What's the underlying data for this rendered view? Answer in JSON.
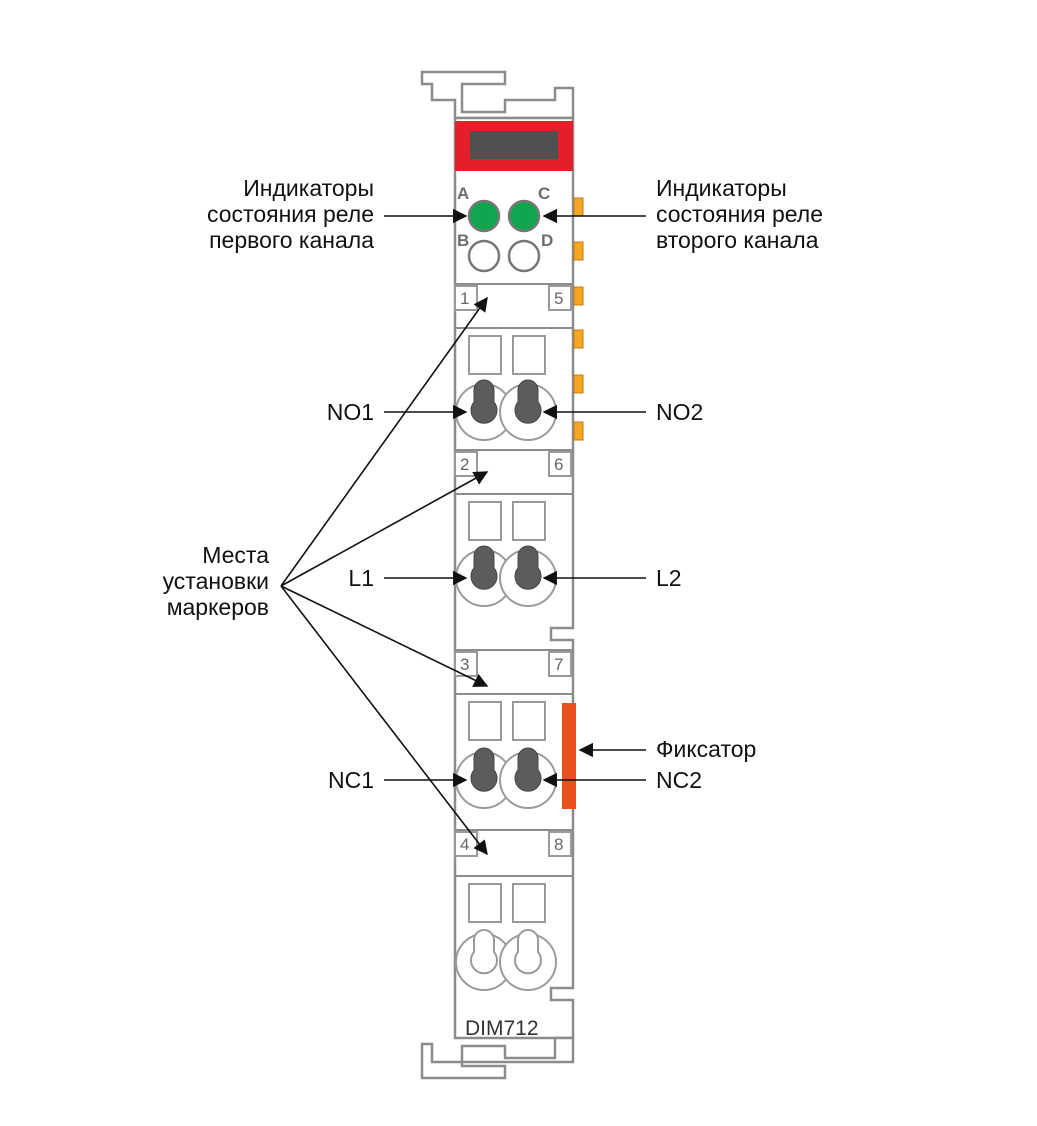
{
  "module": {
    "model": "DIM712",
    "colors": {
      "outline": "#8c8c8c",
      "header_red": "#e3202a",
      "header_window": "#505050",
      "led_on": "#10a650",
      "contact_tab": "#f6a623",
      "latch": "#e85020",
      "screw": "#5c5c5c"
    }
  },
  "leds": {
    "a": "A",
    "b": "B",
    "c": "C",
    "d": "D"
  },
  "terminals": {
    "t1": "1",
    "t2": "2",
    "t3": "3",
    "t4": "4",
    "t5": "5",
    "t6": "6",
    "t7": "7",
    "t8": "8"
  },
  "callouts": {
    "leds_ch1": [
      "Индикаторы",
      "состояния реле",
      "первого канала"
    ],
    "leds_ch2": [
      "Индикаторы",
      "состояния реле",
      "второго канала"
    ],
    "no1": "NO1",
    "no2": "NO2",
    "l1": "L1",
    "l2": "L2",
    "nc1": "NC1",
    "nc2": "NC2",
    "latch": "Фиксатор",
    "markers": [
      "Места",
      "установки",
      "маркеров"
    ]
  }
}
